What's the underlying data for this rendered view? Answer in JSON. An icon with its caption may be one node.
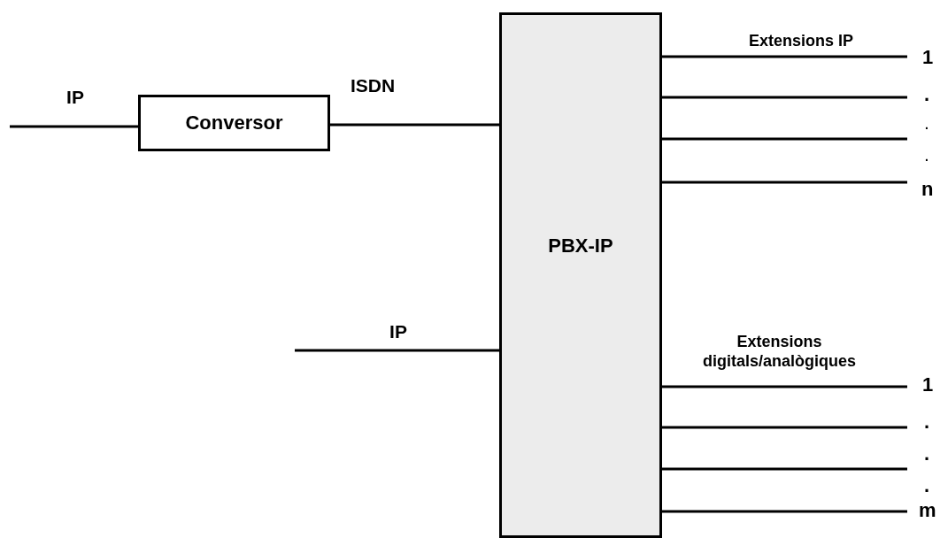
{
  "diagram": {
    "nodes": [
      {
        "text": [
          "Conversor"
        ]
      },
      {
        "text": [
          "PBX-IP"
        ]
      }
    ],
    "edges": [
      {
        "from": null,
        "to": 0,
        "arrow": "none",
        "label": "IP"
      },
      {
        "from": 0,
        "to": 1,
        "arrow": "none",
        "label": "ISDN"
      },
      {
        "from": null,
        "to": 1,
        "arrow": "none",
        "label": "IP"
      },
      {
        "from": 1,
        "to": null,
        "arrow": "none",
        "label": "Extensions IP"
      },
      {
        "from": 1,
        "to": null,
        "arrow": "none"
      },
      {
        "from": 1,
        "to": null,
        "arrow": "none"
      },
      {
        "from": 1,
        "to": null,
        "arrow": "none"
      },
      {
        "from": 1,
        "to": null,
        "arrow": "none",
        "label": "Extensions digitals/analògiques"
      },
      {
        "from": 1,
        "to": null,
        "arrow": "none"
      },
      {
        "from": 1,
        "to": null,
        "arrow": "none"
      },
      {
        "from": 1,
        "to": null,
        "arrow": "none"
      }
    ],
    "labels": [
      "1",
      ".",
      ".",
      ".",
      "n",
      "1",
      ".",
      ".",
      ".",
      "m"
    ]
  }
}
